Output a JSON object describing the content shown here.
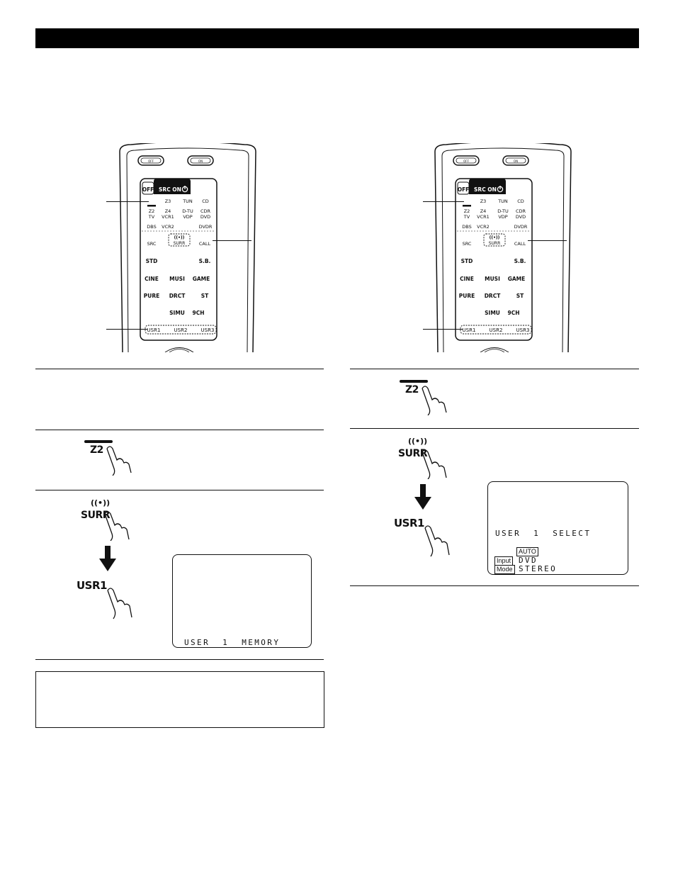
{
  "remote": {
    "tabs": {
      "off": "OFF",
      "src_on": "SRC ON"
    },
    "top_buttons": [
      "OFF",
      "ON"
    ],
    "zone_row1": [
      "",
      "Z3",
      "TUN",
      "CD"
    ],
    "zone_row2a": [
      "Z2",
      "Z4",
      "D-TU",
      "CDR"
    ],
    "zone_row2b": [
      "TV",
      "VCR1",
      "VDP",
      "DVD"
    ],
    "zone_row3": [
      "DBS",
      "VCR2",
      "",
      "DVDR"
    ],
    "src_label": "SRC",
    "surr_label": "SURR",
    "call_label": "CALL",
    "modes_row1": [
      "STD",
      "",
      "S.B."
    ],
    "modes_row2": [
      "CINE",
      "MUSI",
      "GAME"
    ],
    "modes_row3": [
      "PURE",
      "DRCT",
      "ST"
    ],
    "modes_row4": [
      "",
      "SIMU",
      "9CH"
    ],
    "user_buttons": [
      "USR1",
      "USR2",
      "USR3"
    ]
  },
  "left_steps": {
    "step2_button": "Z2",
    "step3_button_top": "SURR",
    "step3_button_bottom": "USR1",
    "display_line": "USER  1  MEMORY"
  },
  "right_steps": {
    "step1_button": "Z2",
    "step2_button_top": "SURR",
    "step2_button_bottom": "USR1",
    "display_line": "USER  1  SELECT",
    "display_auto": "AUTO",
    "display_input_tag": "Input",
    "display_input_value": "DVD",
    "display_mode_tag": "Mode",
    "display_mode_value": "STEREO"
  }
}
